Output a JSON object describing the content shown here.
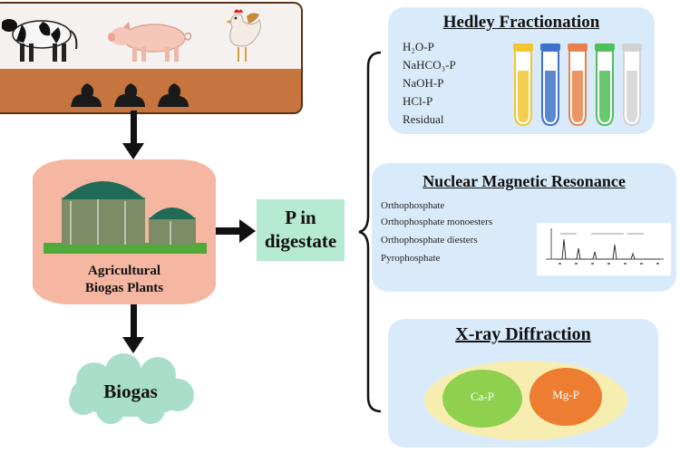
{
  "plant": {
    "label_line1": "Agricultural",
    "label_line2": "Biogas Plants"
  },
  "biogas": {
    "label": "Biogas"
  },
  "digestate": {
    "line1": "P in",
    "line2": "digestate"
  },
  "hedley": {
    "title": "Hedley Fractionation",
    "items": [
      "H₂O-P",
      "NaHCO₃-P",
      "NaOH-P",
      "HCl-P",
      "Residual"
    ],
    "tube_colors": [
      "#f2c531",
      "#3f72c9",
      "#e8824a",
      "#4fbf5a",
      "#d2d2d2"
    ]
  },
  "nmr": {
    "title": "Nuclear Magnetic Resonance",
    "items": [
      "Orthophosphate",
      "Orthophosphate monoesters",
      "Orthophosphate diesters",
      "Pyrophosphate"
    ]
  },
  "xrd": {
    "title": "X-ray Diffraction",
    "ca_label": "Ca-P",
    "mg_label": "Mg-P",
    "ca_color": "#8fd14f",
    "mg_color": "#ed7d31"
  },
  "colors": {
    "farm_soil": "#c6753f",
    "plant_barrel": "#f5b7a2",
    "digestate_box": "#b7ead3",
    "panel": "#d9ebfa",
    "cloud": "#a9dfca"
  }
}
